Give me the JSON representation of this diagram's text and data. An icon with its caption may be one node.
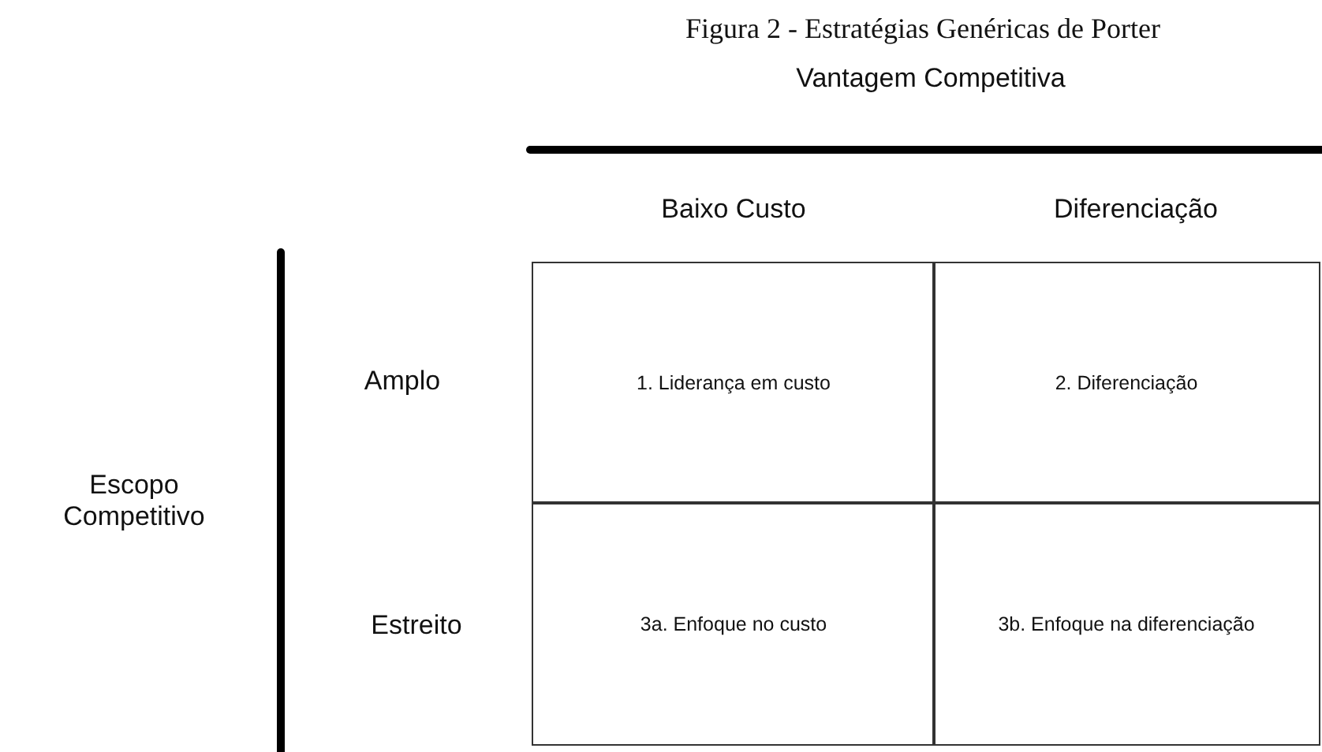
{
  "diagram": {
    "title": "Figura 2 - Estratégias Genéricas de Porter",
    "nodes": [
      {
        "text": [
          "1. Liderança em custo"
        ]
      },
      {
        "text": [
          "2. Diferenciação"
        ]
      },
      {
        "text": [
          "3a. Enfoque no custo"
        ]
      },
      {
        "text": [
          "3b. Enfoque na diferenciação"
        ]
      }
    ],
    "labels": [
      "Vantagem Competitiva",
      "Baixo Custo",
      "Diferenciação",
      "Escopo Competitivo",
      "Amplo",
      "Estreito"
    ]
  }
}
